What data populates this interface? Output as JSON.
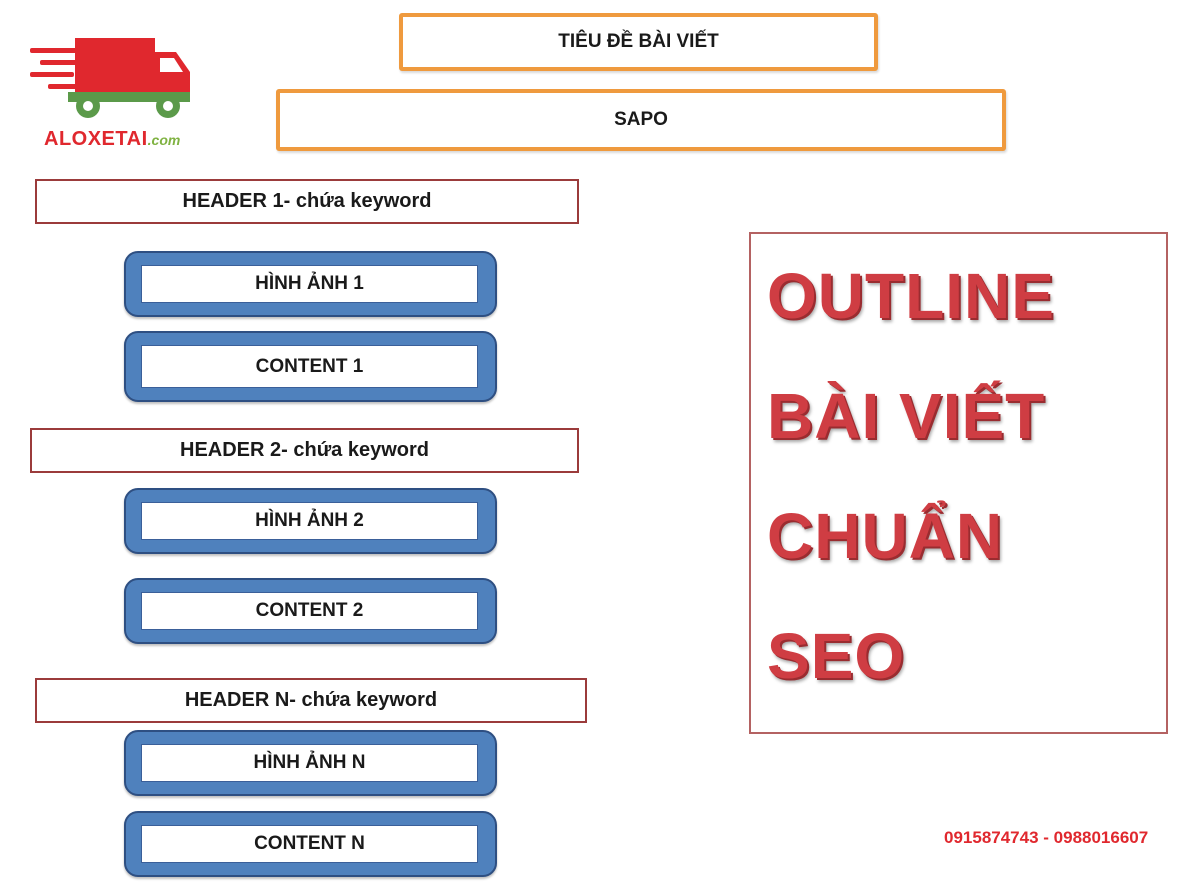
{
  "logo": {
    "brand": "ALOXETAI",
    "domain": ".com",
    "truck_color": "#e0282e",
    "wheel_color": "#5b9a4a"
  },
  "title_box": {
    "label": "TIÊU ĐỀ BÀI VIẾT"
  },
  "sapo_box": {
    "label": "SAPO"
  },
  "sections": [
    {
      "header": "HEADER 1- chứa keyword",
      "image": "HÌNH ẢNH 1",
      "content": "CONTENT 1"
    },
    {
      "header": "HEADER 2- chứa keyword",
      "image": "HÌNH ẢNH 2",
      "content": "CONTENT 2"
    },
    {
      "header": "HEADER N- chứa keyword",
      "image": "HÌNH ẢNH N",
      "content": "CONTENT N"
    }
  ],
  "outline_title": {
    "lines": [
      "OUTLINE",
      "BÀI VIẾT",
      "CHUẨN",
      "SEO"
    ],
    "color": "#cf3d43"
  },
  "contact": {
    "phones": "0915874743 - 0988016607"
  },
  "colors": {
    "orange_border": "#ef9a3e",
    "blue_box": "#4f81bd",
    "header_border": "#9b3b3b"
  }
}
